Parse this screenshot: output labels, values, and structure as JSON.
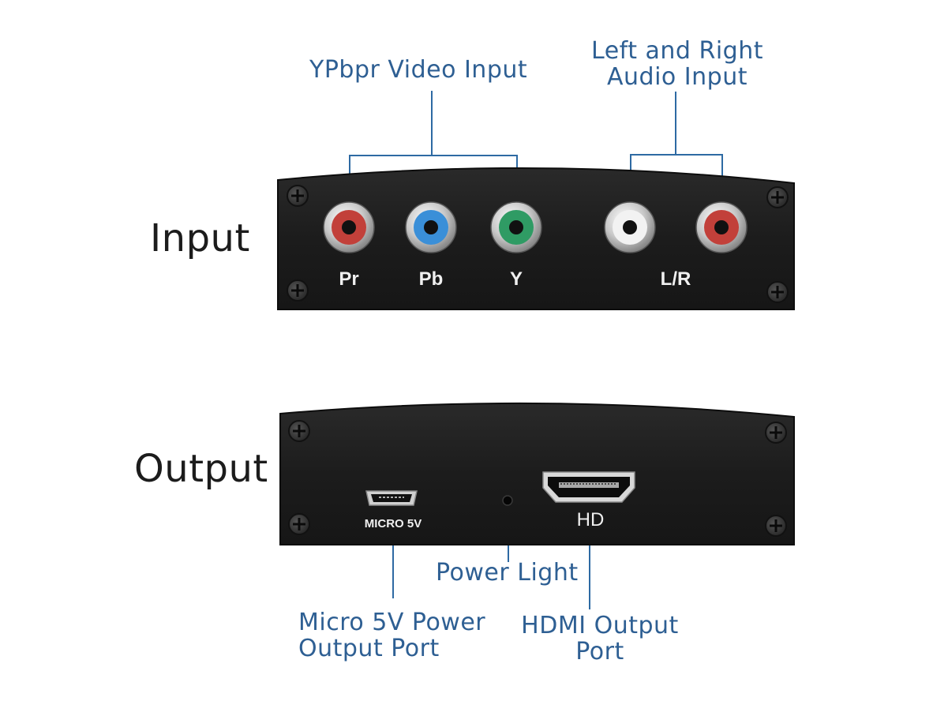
{
  "labels": {
    "ypbpr_video_input": "YPbpr Video Input",
    "audio_input_line1": "Left and Right",
    "audio_input_line2": "Audio Input",
    "power_light": "Power Light",
    "micro_port_line1": "Micro 5V Power",
    "micro_port_line2": "Output Port",
    "hdmi_port_line1": "HDMI Output",
    "hdmi_port_line2": "Port"
  },
  "sides": {
    "input": "Input",
    "output": "Output"
  },
  "input_ports": {
    "pr": "Pr",
    "pb": "Pb",
    "y": "Y",
    "lr": "L/R"
  },
  "output_ports": {
    "micro": "MICRO 5V",
    "hd": "HD"
  },
  "colors": {
    "label_blue": "#2e5f93",
    "jack_red": "#c2403a",
    "jack_blue": "#3a8fd8",
    "jack_green": "#2f9b64",
    "jack_white": "#f2f2f2",
    "device_body": "#1f1f1f"
  }
}
